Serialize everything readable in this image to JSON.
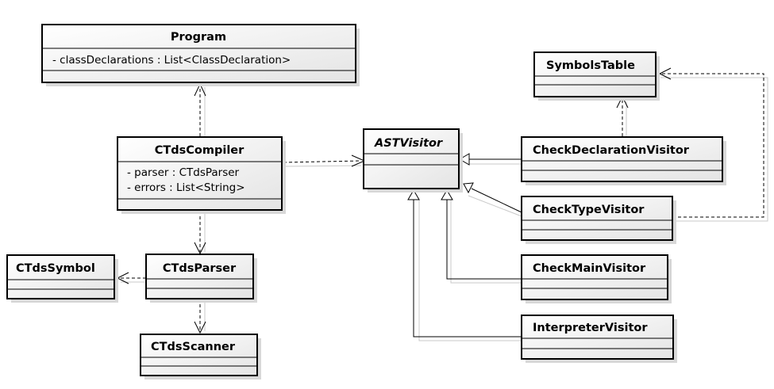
{
  "classes": {
    "program": {
      "name": "Program",
      "attributes": [
        "- classDeclarations : List<ClassDeclaration>"
      ]
    },
    "compiler": {
      "name": "CTdsCompiler",
      "attributes": [
        "- parser : CTdsParser",
        "- errors : List<String>"
      ]
    },
    "parser": {
      "name": "CTdsParser",
      "attributes": []
    },
    "symbol": {
      "name": "CTdsSymbol",
      "attributes": []
    },
    "scanner": {
      "name": "CTdsScanner",
      "attributes": []
    },
    "astvisitor": {
      "name": "ASTVisitor",
      "attributes": [],
      "abstract": true
    },
    "symbolstable": {
      "name": "SymbolsTable",
      "attributes": []
    },
    "checkdecl": {
      "name": "CheckDeclarationVisitor",
      "attributes": []
    },
    "checktype": {
      "name": "CheckTypeVisitor",
      "attributes": []
    },
    "checkmain": {
      "name": "CheckMainVisitor",
      "attributes": []
    },
    "interpreter": {
      "name": "InterpreterVisitor",
      "attributes": []
    }
  },
  "colors": {
    "box_fill_top": "#ffffff",
    "box_fill_bottom": "#e6e6e6",
    "line": "#000000",
    "shadow": "#d8d8d8"
  }
}
